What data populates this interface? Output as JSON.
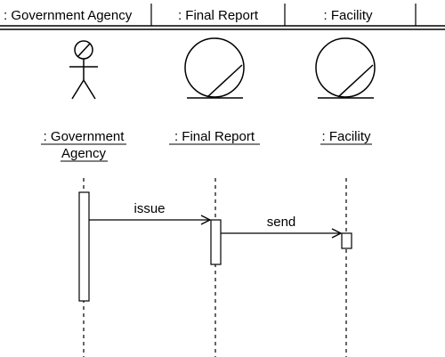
{
  "header": {
    "columns": [
      ": Government Agency",
      ": Final Report",
      ": Facility"
    ]
  },
  "lifelines": [
    {
      "label_line1": ": Government",
      "label_line2": "Agency",
      "icon": "actor-icon"
    },
    {
      "label_line1": ": Final Report",
      "icon": "entity-icon"
    },
    {
      "label_line1": ": Facility",
      "icon": "entity-icon"
    }
  ],
  "messages": [
    {
      "label": "issue"
    },
    {
      "label": "send"
    }
  ],
  "colors": {
    "stroke": "#000000",
    "background": "#ffffff"
  }
}
